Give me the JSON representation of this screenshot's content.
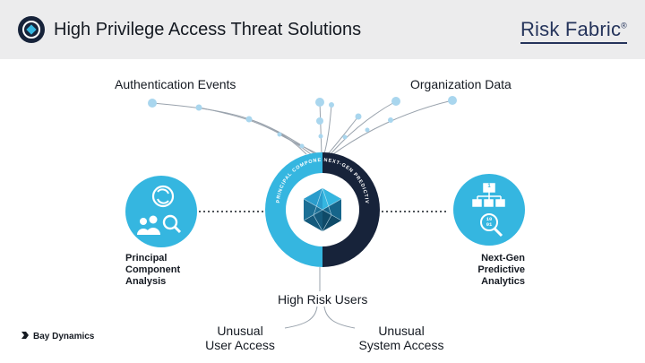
{
  "header": {
    "title": "High Privilege Access Threat Solutions",
    "brand": "Risk Fabric",
    "brand_trademark": "®"
  },
  "inputs": {
    "left": "Authentication Events",
    "right": "Organization Data"
  },
  "center": {
    "left_arc_text": "PRINCIPAL COMPONENT ANALYSIS",
    "right_arc_text": "NEXT-GEN PREDICTIVE ANALYTICS",
    "left_color": "#35b6e0",
    "right_color": "#17233a"
  },
  "left_node": {
    "label_lines": [
      "Principal",
      "Component",
      "Analysis"
    ],
    "icon": "team-magnify-icon"
  },
  "right_node": {
    "label_lines": [
      "Next-Gen",
      "Predictive",
      "Analytics"
    ],
    "icon": "hierarchy-binary-magnify-icon",
    "hierarchy_top": "1",
    "binary_text": "10\n01"
  },
  "outputs": {
    "main": "High Risk Users",
    "left_lines": [
      "Unusual",
      "User Access"
    ],
    "right_lines": [
      "Unusual",
      "System Access"
    ]
  },
  "footer": {
    "company": "Bay Dynamics"
  },
  "colors": {
    "accent": "#35b6e0",
    "dark": "#17233a",
    "node_dot": "#a9d6ee",
    "line": "#9aa3ad"
  }
}
